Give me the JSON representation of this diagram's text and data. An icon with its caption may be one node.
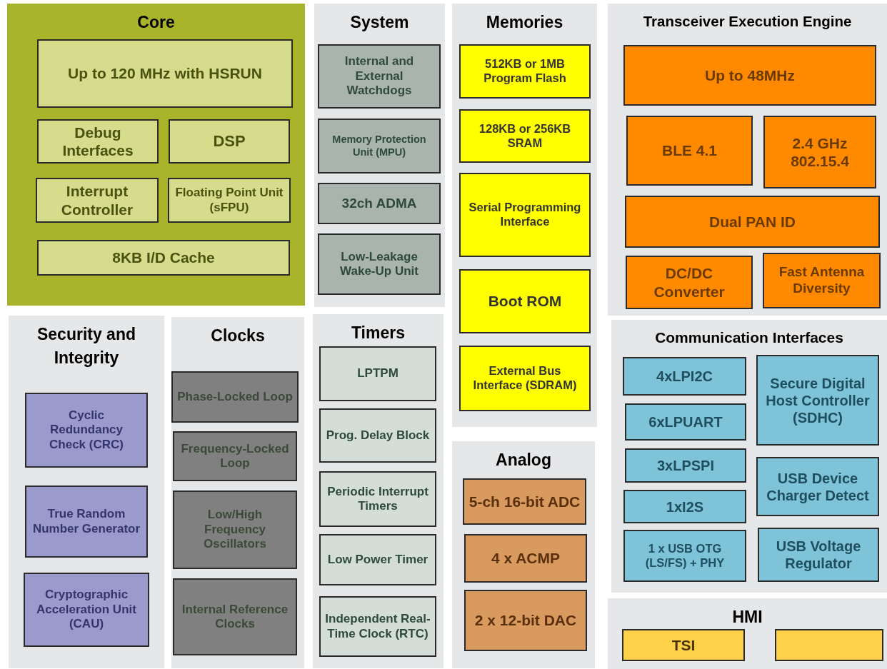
{
  "diagram": {
    "nodes": [
      {
        "text": [
          "Core"
        ]
      },
      {
        "text": [
          "Up to 120 MHz with HSRUN"
        ],
        "in": 0
      },
      {
        "text": [
          "Debug Interfaces"
        ],
        "in": 0
      },
      {
        "text": [
          "DSP"
        ],
        "in": 0
      },
      {
        "text": [
          "Interrupt Controller"
        ],
        "in": 0
      },
      {
        "text": [
          "Floating Point Unit (sFPU)"
        ],
        "in": 0
      },
      {
        "text": [
          "8KB I/D Cache"
        ],
        "in": 0
      },
      {
        "text": [
          "System"
        ]
      },
      {
        "text": [
          "Internal and External Watchdogs"
        ],
        "in": 7
      },
      {
        "text": [
          "Memory Protection Unit (MPU)"
        ],
        "in": 7
      },
      {
        "text": [
          "32ch ADMA"
        ],
        "in": 7
      },
      {
        "text": [
          "Low-Leakage Wake-Up Unit"
        ],
        "in": 7
      },
      {
        "text": [
          "Memories"
        ]
      },
      {
        "text": [
          "512KB or 1MB Program Flash"
        ],
        "in": 12
      },
      {
        "text": [
          "128KB or 256KB SRAM"
        ],
        "in": 12
      },
      {
        "text": [
          "Serial Programming Interface"
        ],
        "in": 12
      },
      {
        "text": [
          "Boot ROM"
        ],
        "in": 12
      },
      {
        "text": [
          "External Bus Interface (SDRAM)"
        ],
        "in": 12
      },
      {
        "text": [
          "Transceiver Execution Engine"
        ]
      },
      {
        "text": [
          "Up to 48MHz"
        ],
        "in": 18
      },
      {
        "text": [
          "BLE 4.1"
        ],
        "in": 18
      },
      {
        "text": [
          "2.4 GHz 802.15.4"
        ],
        "in": 18
      },
      {
        "text": [
          "Dual PAN ID"
        ],
        "in": 18
      },
      {
        "text": [
          "DC/DC Converter"
        ],
        "in": 18
      },
      {
        "text": [
          "Fast Antenna Diversity"
        ],
        "in": 18
      },
      {
        "text": [
          "Security and Integrity"
        ]
      },
      {
        "text": [
          "Cyclic Redundancy Check (CRC)"
        ],
        "in": 25
      },
      {
        "text": [
          "True Random Number Generator"
        ],
        "in": 25
      },
      {
        "text": [
          "Cryptographic Acceleration Unit (CAU)"
        ],
        "in": 25
      },
      {
        "text": [
          "Clocks"
        ]
      },
      {
        "text": [
          "Phase-Locked Loop"
        ],
        "in": 29
      },
      {
        "text": [
          "Frequency-Locked Loop"
        ],
        "in": 29
      },
      {
        "text": [
          "Low/High Frequency Oscillators"
        ],
        "in": 29
      },
      {
        "text": [
          "Internal Reference Clocks"
        ],
        "in": 29
      },
      {
        "text": [
          "Timers"
        ]
      },
      {
        "text": [
          "LPTPM"
        ],
        "in": 34
      },
      {
        "text": [
          "Prog. Delay Block"
        ],
        "in": 34
      },
      {
        "text": [
          "Periodic Interrupt Timers"
        ],
        "in": 34
      },
      {
        "text": [
          "Low Power Timer"
        ],
        "in": 34
      },
      {
        "text": [
          "Independent Real-Time Clock (RTC)"
        ],
        "in": 34
      },
      {
        "text": [
          "Analog"
        ]
      },
      {
        "text": [
          "5-ch 16-bit ADC"
        ],
        "in": 40
      },
      {
        "text": [
          "4 x ACMP"
        ],
        "in": 40
      },
      {
        "text": [
          "2 x 12-bit DAC"
        ],
        "in": 40
      },
      {
        "text": [
          "Communication Interfaces"
        ]
      },
      {
        "text": [
          "4xLPI2C"
        ],
        "in": 44
      },
      {
        "text": [
          "Secure Digital Host Controller (SDHC)"
        ],
        "in": 44
      },
      {
        "text": [
          "6xLPUART"
        ],
        "in": 44
      },
      {
        "text": [
          "3xLPSPI"
        ],
        "in": 44
      },
      {
        "text": [
          "USB Device Charger Detect"
        ],
        "in": 44
      },
      {
        "text": [
          "1xI2S"
        ],
        "in": 44
      },
      {
        "text": [
          "1 x USB OTG (LS/FS) + PHY"
        ],
        "in": 44
      },
      {
        "text": [
          "USB Voltage Regulator"
        ],
        "in": 44
      },
      {
        "text": [
          "HMI"
        ]
      },
      {
        "text": [
          "TSI"
        ],
        "in": 53
      },
      {
        "text": [],
        "shape": "box",
        "in": 53
      }
    ]
  }
}
